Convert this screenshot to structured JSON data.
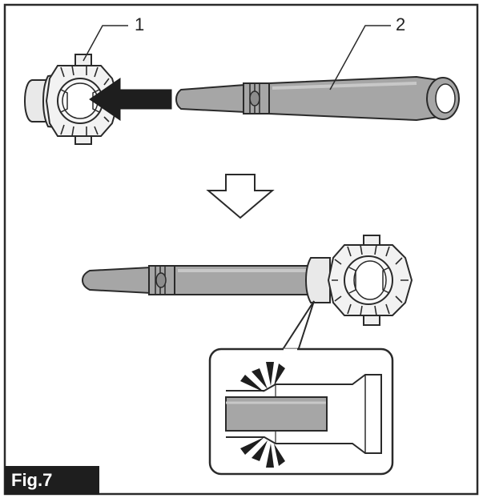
{
  "figure": {
    "label": "Fig.7"
  },
  "callouts": [
    {
      "number": "1"
    },
    {
      "number": "2"
    }
  ],
  "colors": {
    "outline": "#2a2a2a",
    "pipe_fill": "#a6a6a6",
    "pipe_highlight": "#c8c8c8",
    "nozzle_fill": "#e9e9e9",
    "arrow_fill": "#1e1e1e",
    "label_bg": "#1e1e1e"
  }
}
